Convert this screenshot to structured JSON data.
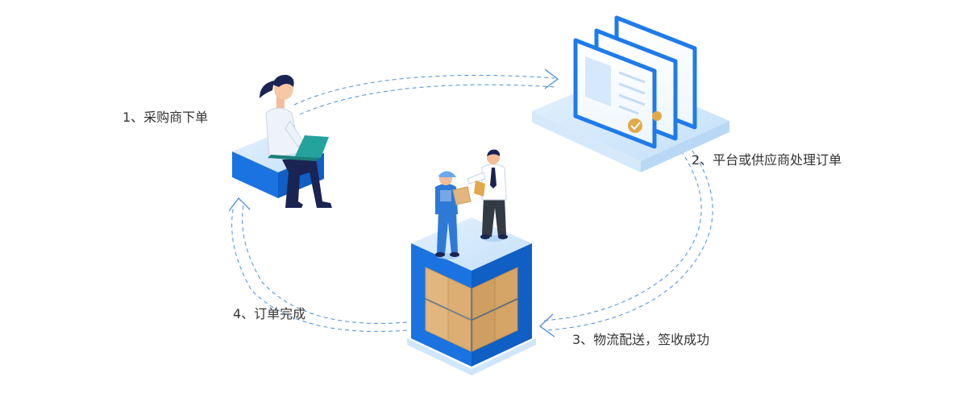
{
  "steps": [
    {
      "label": "1、采购商下单"
    },
    {
      "label": "2、平台或供应商处理订单"
    },
    {
      "label": "3、物流配送，签收成功"
    },
    {
      "label": "4、订单完成"
    }
  ],
  "colors": {
    "primary_blue": "#1e7bea",
    "dark_blue": "#0f5fc4",
    "light_blue": "#cfe6fb",
    "pale_blue": "#e9f4fe",
    "arrow_blue": "#4a90d9",
    "box_tan": "#e2b77f",
    "box_dark": "#c99a5c",
    "navy": "#1a2452",
    "skin": "#f6c8a4",
    "laptop_teal": "#24a39d",
    "text": "#333333"
  }
}
